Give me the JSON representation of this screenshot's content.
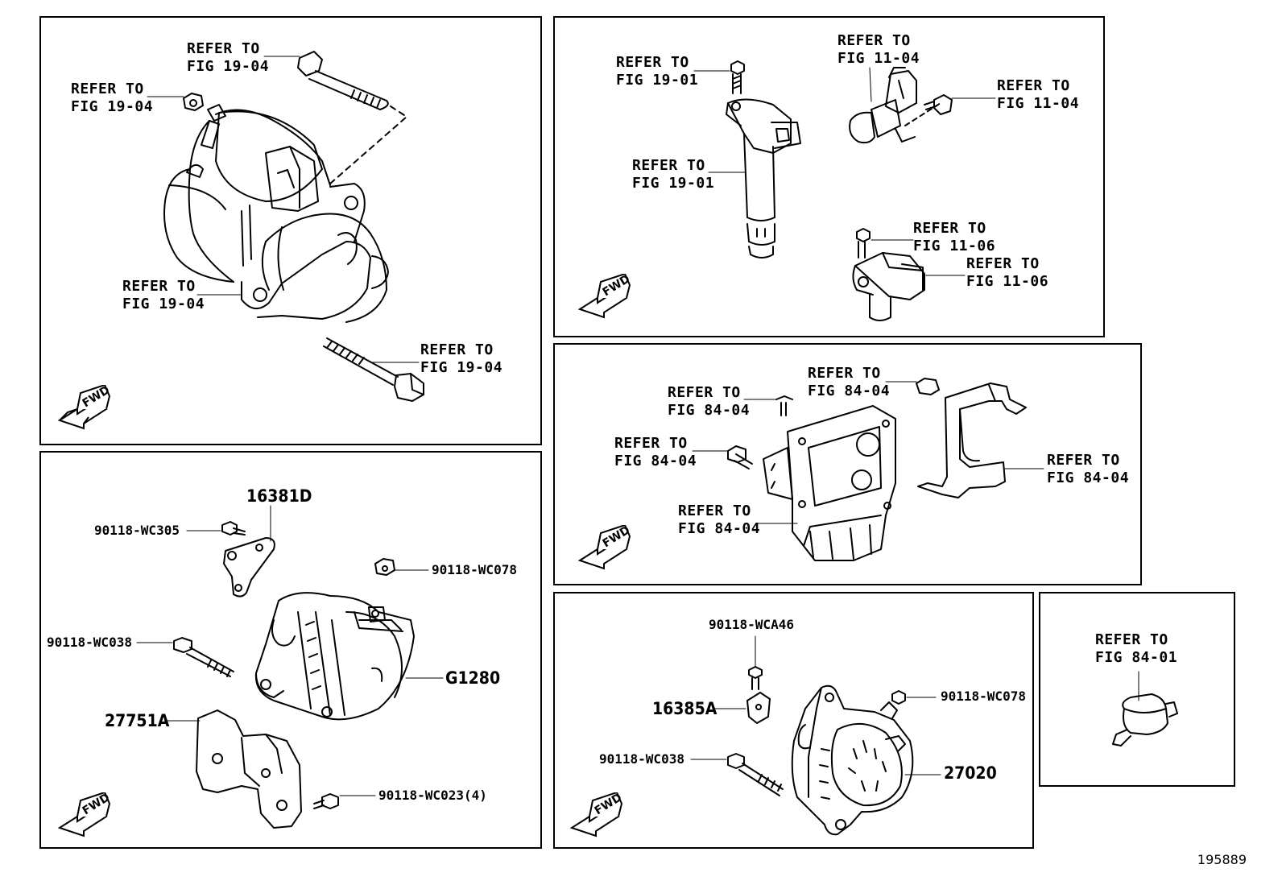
{
  "panels": {
    "starter": {
      "labels": [
        {
          "line1": "REFER TO",
          "line2": "FIG 19-04"
        },
        {
          "line1": "REFER TO",
          "line2": "FIG 19-04"
        },
        {
          "line1": "REFER TO",
          "line2": "FIG 19-04"
        },
        {
          "line1": "REFER TO",
          "line2": "FIG 19-04"
        }
      ],
      "fwd": "FWD"
    },
    "ignition": {
      "labels": [
        {
          "line1": "REFER TO",
          "line2": "FIG 19-01"
        },
        {
          "line1": "REFER TO",
          "line2": "FIG 19-01"
        },
        {
          "line1": "REFER TO",
          "line2": "FIG 11-04"
        },
        {
          "line1": "REFER TO",
          "line2": "FIG 11-04"
        },
        {
          "line1": "REFER TO",
          "line2": "FIG 11-06"
        },
        {
          "line1": "REFER TO",
          "line2": "FIG 11-06"
        }
      ],
      "fwd": "FWD"
    },
    "ecu": {
      "labels": [
        {
          "line1": "REFER TO",
          "line2": "FIG 84-04"
        },
        {
          "line1": "REFER TO",
          "line2": "FIG 84-04"
        },
        {
          "line1": "REFER TO",
          "line2": "FIG 84-04"
        },
        {
          "line1": "REFER TO",
          "line2": "FIG 84-04"
        },
        {
          "line1": "REFER TO",
          "line2": "FIG 84-04"
        }
      ],
      "fwd": "FWD"
    },
    "alternator_left": {
      "parts": {
        "bracket": "16381D",
        "bolt_wc305": "90118-WC305",
        "nut_wc078": "90118-WC078",
        "bolt_wc038": "90118-WC038",
        "alternator": "G1280",
        "bracket_lower": "27751A",
        "bolt_wc023": "90118-WC023(4)"
      },
      "fwd": "FWD"
    },
    "alternator_right": {
      "parts": {
        "bolt_wca46": "90118-WCA46",
        "bracket": "16385A",
        "nut_wc078": "90118-WC078",
        "bolt_wc038": "90118-WC038",
        "alternator": "27020"
      },
      "fwd": "FWD"
    },
    "switch": {
      "label": {
        "line1": "REFER TO",
        "line2": "FIG 84-01"
      }
    }
  },
  "figure_number": "195889"
}
